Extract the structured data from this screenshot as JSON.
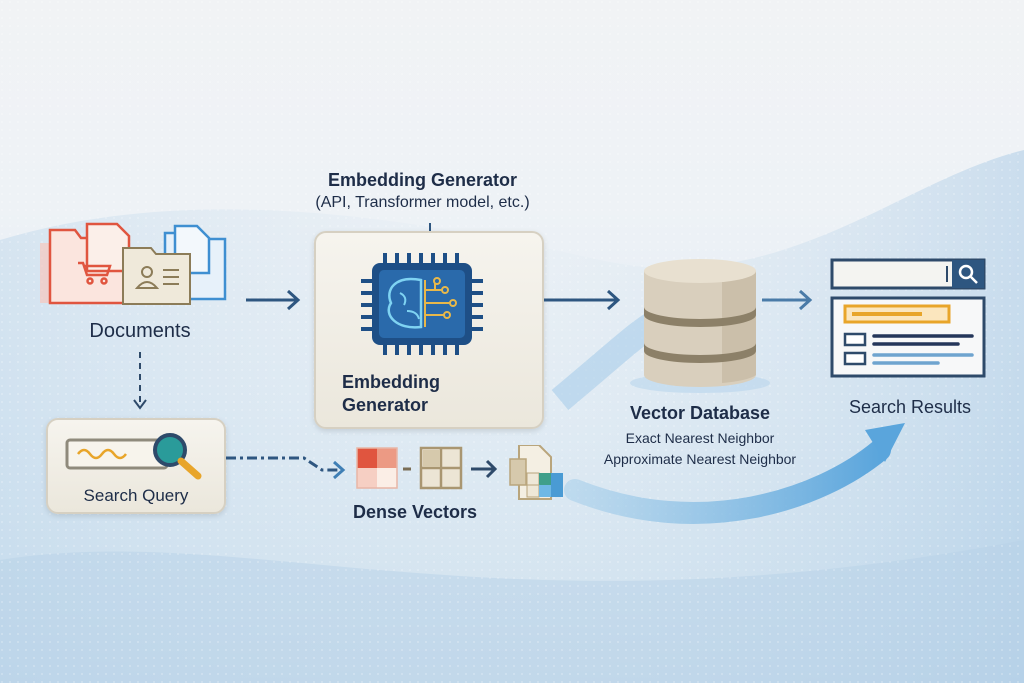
{
  "diagram": {
    "nodes": {
      "documents": {
        "label": "Documents"
      },
      "embedding_header": {
        "title": "Embedding Generator",
        "subtitle": "(API, Transformer model, etc.)"
      },
      "embedding_card": {
        "label_line1": "Embedding",
        "label_line2": "Generator"
      },
      "vector_database": {
        "title": "Vector Database",
        "method1": "Exact Nearest Neighbor",
        "method2": "Approximate Nearest Neighbor"
      },
      "search_results": {
        "label": "Search Results"
      },
      "search_query": {
        "label": "Search Query"
      },
      "dense_vectors": {
        "label": "Dense Vectors"
      }
    },
    "edges": [
      {
        "from": "documents",
        "to": "embedding_card",
        "style": "solid"
      },
      {
        "from": "embedding_header",
        "to": "embedding_card",
        "style": "solid"
      },
      {
        "from": "embedding_card",
        "to": "vector_database",
        "style": "solid"
      },
      {
        "from": "vector_database",
        "to": "search_results",
        "style": "solid"
      },
      {
        "from": "documents",
        "to": "search_query",
        "style": "dashed"
      },
      {
        "from": "search_query",
        "to": "dense_vectors",
        "style": "dash-dot"
      },
      {
        "from": "dense_vectors",
        "to": "search_results",
        "style": "swoosh"
      }
    ],
    "colors": {
      "text": "#1e2d48",
      "arrow": "#2e5680",
      "red": "#e0553f",
      "blue": "#3f8fd1",
      "gold": "#e8a52a",
      "chip": "#1e4f86",
      "db": "#d9cfbd",
      "swoosh": "#6fb1de"
    }
  }
}
